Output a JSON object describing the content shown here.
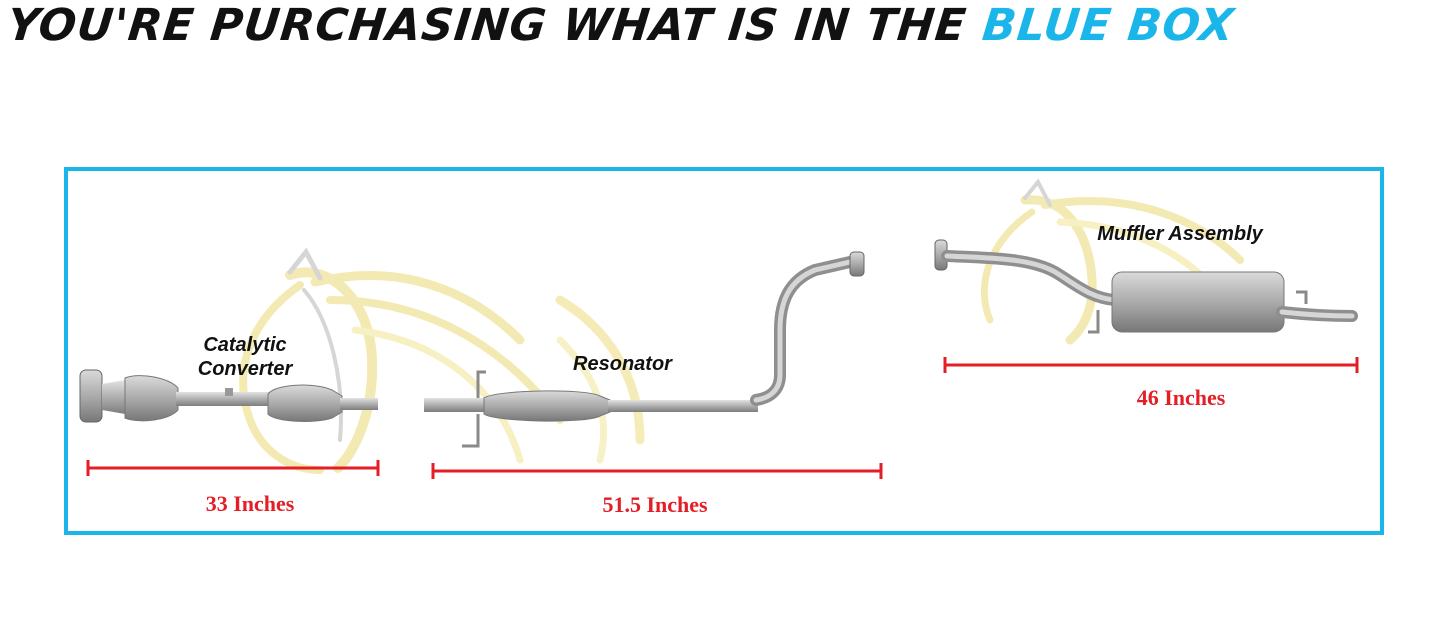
{
  "headline": {
    "text": "YOU'RE PURCHASING WHAT IS IN THE",
    "accent": "BLUE BOX"
  },
  "parts": [
    {
      "label_line1": "Catalytic",
      "label_line2": "Converter",
      "measurement": "33 Inches"
    },
    {
      "label": "Resonator",
      "measurement": "51.5 Inches"
    },
    {
      "label": "Muffler Assembly",
      "measurement": "46 Inches"
    }
  ],
  "colors": {
    "accent": "#1ab6ea",
    "measure": "#e41e26",
    "pipe": "#9a9a9a",
    "watermark": "#f2e7a6"
  },
  "icons": {
    "watermark": "horse-head-watermark-icon"
  }
}
